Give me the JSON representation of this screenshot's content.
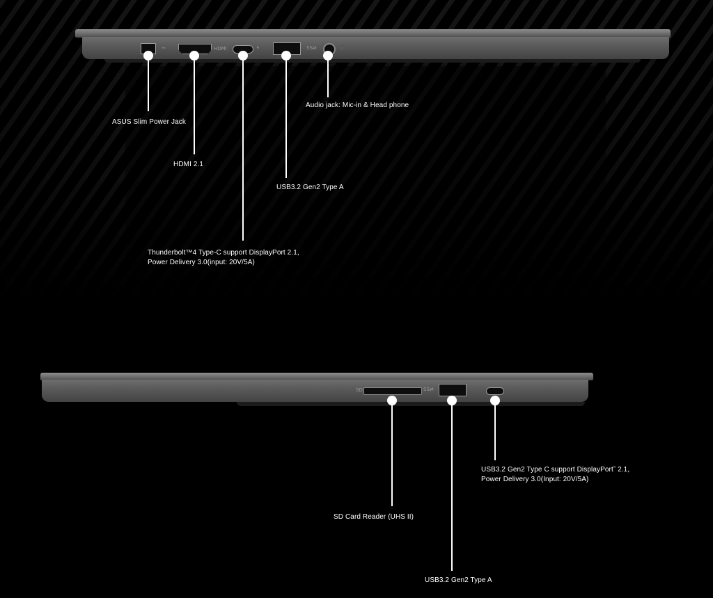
{
  "left_side": {
    "ports": [
      {
        "id": "slim_power",
        "label": "ASUS Slim Power Jack"
      },
      {
        "id": "hdmi",
        "label": "HDMI 2.1"
      },
      {
        "id": "thunderbolt",
        "label": "Thunderbolt™4 Type-C support DisplayPort 2.1,\nPower Delivery 3.0(input: 20V/5A)"
      },
      {
        "id": "usba",
        "label": "USB3.2 Gen2 Type A"
      },
      {
        "id": "audio",
        "label": "Audio jack: Mic-in & Head phone"
      }
    ],
    "port_symbols": {
      "hdmi": "HDMI",
      "usb": "SS⇄",
      "tb": "ϟ",
      "audio": "🎧",
      "power": "⎓"
    }
  },
  "right_side": {
    "ports": [
      {
        "id": "sd",
        "label": "SD Card Reader (UHS II)"
      },
      {
        "id": "usba",
        "label": "USB3.2 Gen2 Type A"
      },
      {
        "id": "usbc",
        "label": "USB3.2 Gen2 Type C support DisplayPort˜ 2.1,\nPower Delivery 3.0(Input: 20V/5A)"
      }
    ],
    "port_symbols": {
      "sd": "SD",
      "usb": "SS⇄"
    }
  },
  "colors": {
    "background": "#000000",
    "callout": "#ffffff",
    "chassis": "#5e5e5e"
  }
}
